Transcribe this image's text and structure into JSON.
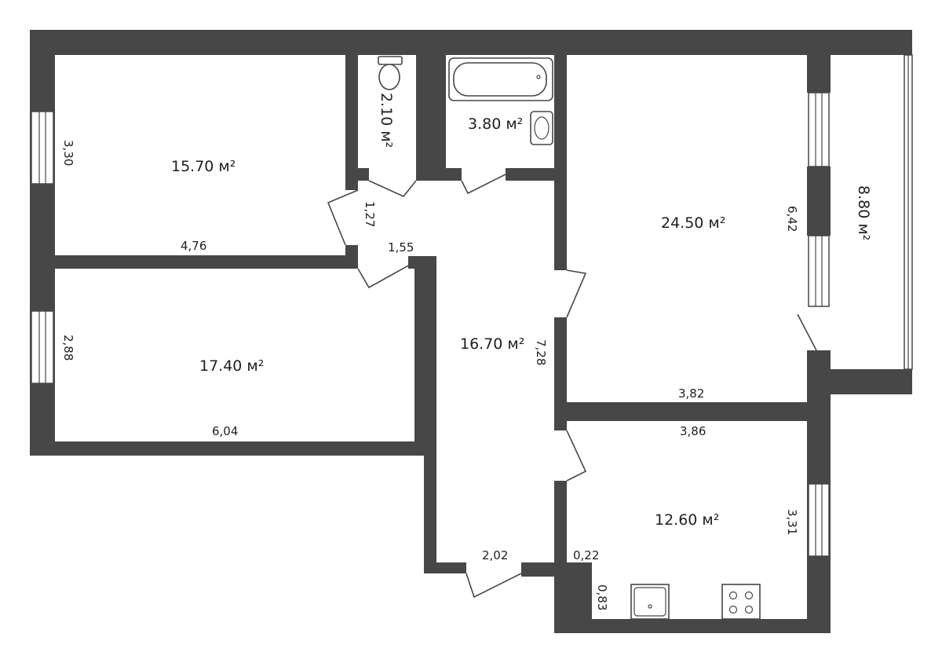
{
  "rooms": {
    "bedroom_top_left": {
      "area": "15.70 м²"
    },
    "bedroom_bottom_left": {
      "area": "17.40 м²"
    },
    "toilet": {
      "area": "2.10 м²"
    },
    "bathroom": {
      "area": "3.80 м²"
    },
    "hall": {
      "area": "16.70 м²"
    },
    "living_room": {
      "area": "24.50 м²"
    },
    "balcony": {
      "area": "8.80 м²"
    },
    "kitchen": {
      "area": "12.60 м²"
    }
  },
  "dimensions": {
    "top_left_height": "3,30",
    "top_left_width": "4,76",
    "bottom_left_height": "2,88",
    "bottom_left_width": "6,04",
    "corridor_short": "1,27",
    "corridor_width": "1,55",
    "hall_length": "7,28",
    "entrance_width": "2,02",
    "living_height": "6,42",
    "living_width": "3,82",
    "kitchen_width": "3,86",
    "kitchen_height": "3,31",
    "niche_width": "0,22",
    "niche_depth": "0,83"
  }
}
